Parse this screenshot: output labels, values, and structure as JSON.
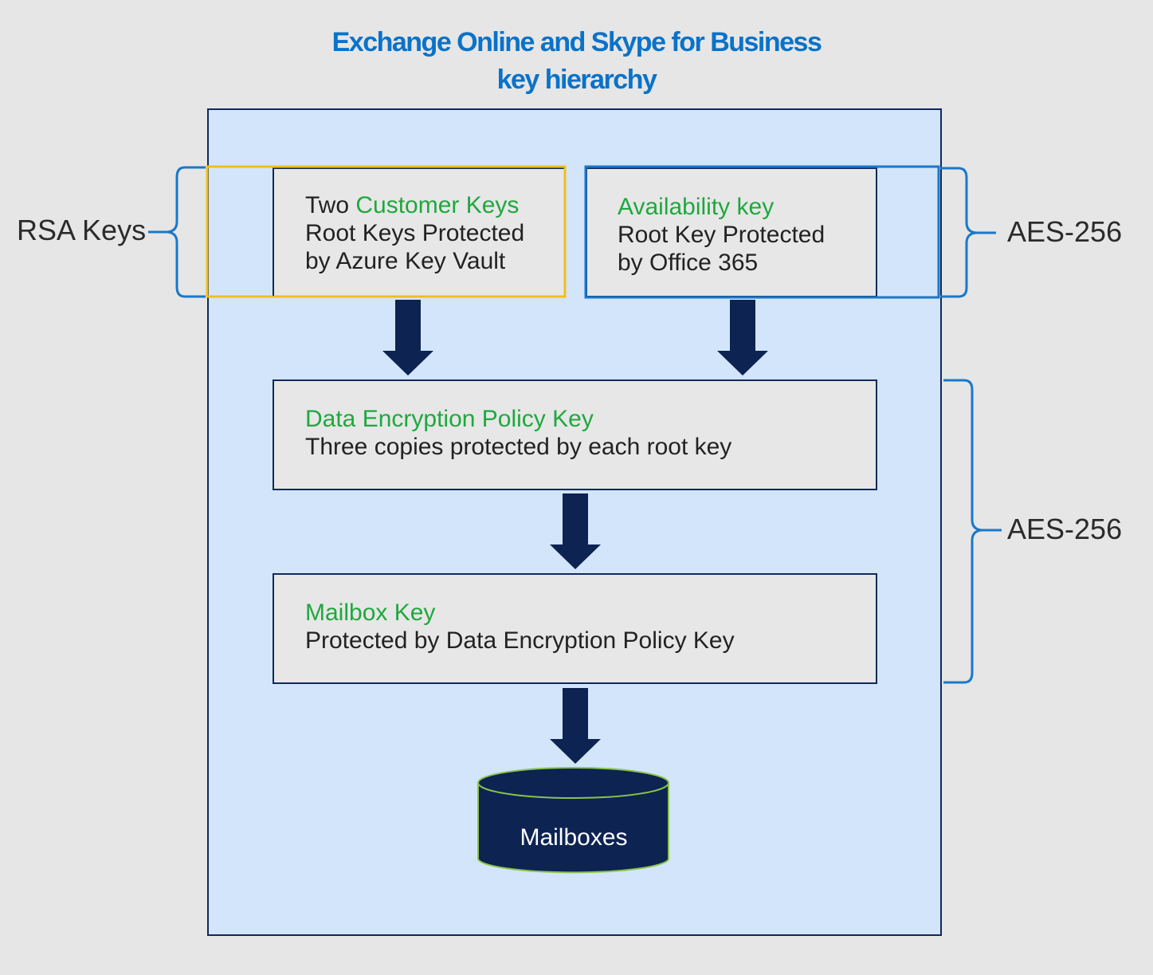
{
  "title": {
    "line1": "Exchange Online and Skype for Business",
    "line2": "key hierarchy"
  },
  "customer_keys": {
    "prefix": "Two ",
    "highlight": "Customer Keys",
    "line2": "Root Keys Protected",
    "line3": "by Azure Key Vault"
  },
  "availability_key": {
    "highlight": "Availability key",
    "line2": "Root Key Protected",
    "line3": "by Office 365"
  },
  "dep_key": {
    "highlight": "Data Encryption Policy Key",
    "line2": "Three copies protected by each root key"
  },
  "mailbox_key": {
    "highlight": "Mailbox Key",
    "line2": "Protected by Data Encryption Policy Key"
  },
  "mailboxes": {
    "label": "Mailboxes"
  },
  "labels": {
    "rsa": "RSA Keys",
    "aes_top": "AES-256",
    "aes_bottom": "AES-256"
  },
  "colors": {
    "title": "#0a72c9",
    "highlight": "#1fa83e",
    "customer_border": "#f0be1e",
    "availability_border": "#1a78c8",
    "arrow": "#0d2352",
    "panel": "#d3e5fb",
    "box": "#e7e7e7"
  }
}
